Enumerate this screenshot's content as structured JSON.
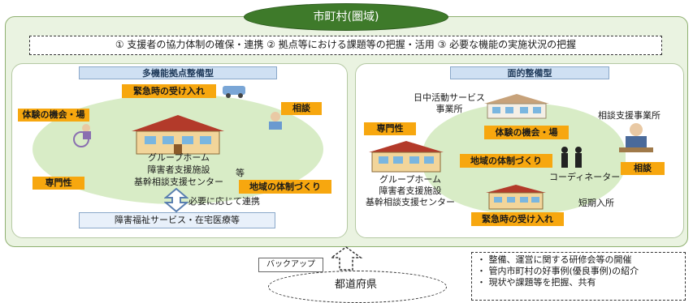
{
  "municipality_label": "市町村(圏域)",
  "banner_text": "① 支援者の協力体制の確保・連携 ② 拠点等における課題等の把握・活用 ③ 必要な機能の実施状況の把握",
  "left_panel": {
    "title": "多機能拠点整備型",
    "tags": {
      "emergency": "緊急時の受け入れ",
      "experience": "体験の機会・場",
      "consult": "相談",
      "expertise": "専門性",
      "community": "地域の体制づくり"
    },
    "center_lines": [
      "グループホーム",
      "障害者支援施設",
      "基幹相談支援センター"
    ],
    "etc": "等",
    "link_text": "必要に応じて連携",
    "service_box": "障害福祉サービス・在宅医療等"
  },
  "right_panel": {
    "title": "面的整備型",
    "day_service_lines": [
      "日中活動サービス",
      "事業所"
    ],
    "consult_office": "相談支援事業所",
    "tags": {
      "expertise": "専門性",
      "experience": "体験の機会・場",
      "community": "地域の体制づくり",
      "consult": "相談",
      "emergency": "緊急時の受け入れ"
    },
    "coordinator": "コーディネーター",
    "house_lines": [
      "グループホーム",
      "障害者支援施設",
      "基幹相談支援センター"
    ],
    "short_stay": "短期入所"
  },
  "backup_label": "バックアップ",
  "prefecture_label": "都道府県",
  "support_list": [
    "・ 整備、運営に関する研修会等の開催",
    "・ 管内市町村の好事例(優良事例)の紹介",
    "・ 現状や課題等を把握、共有"
  ],
  "colors": {
    "outer_bg": "#eaf3e1",
    "title_green": "#3e7a2a",
    "tag_orange": "#f7a70f",
    "panel_title_blue": "#cfe0f3"
  }
}
